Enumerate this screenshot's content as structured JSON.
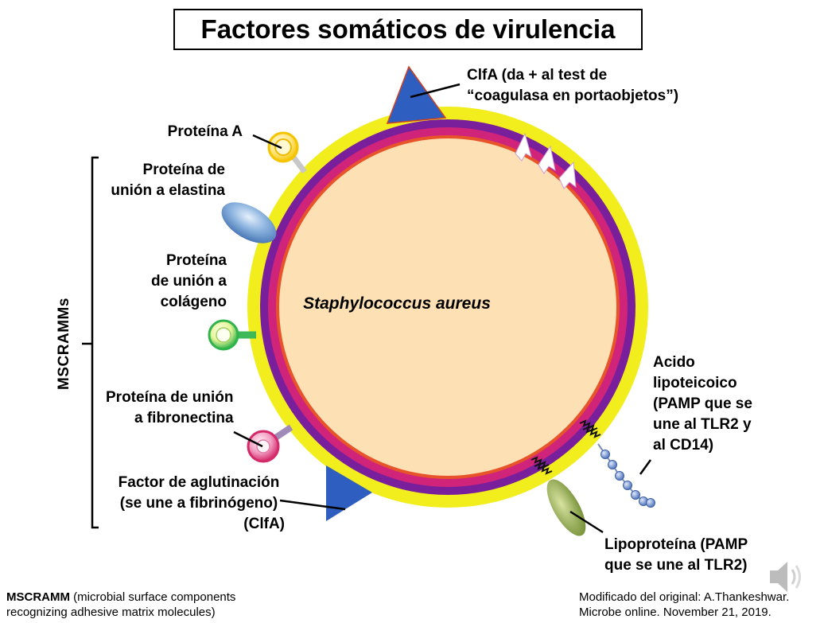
{
  "title": "Factores somáticos de virulencia",
  "organism": "Staphylococcus aureus",
  "group_label": "MSCRAMMs",
  "labels": {
    "clfa_top": [
      "ClfA (da + al test de",
      "“coagulasa en portaobjetos”)"
    ],
    "proteina_a": [
      "Proteína A"
    ],
    "elastina": [
      "Proteína de",
      "unión a elastina"
    ],
    "colageno": [
      "Proteína",
      "de unión a",
      "colágeno"
    ],
    "fibronectina": [
      "Proteína de unión",
      "a fibronectina"
    ],
    "aglutinacion": [
      "Factor de aglutinación",
      "(se une a fibrinógeno)",
      "(ClfA)"
    ],
    "acido": [
      "Acido",
      "lipoteicoico",
      "(PAMP que se",
      "une al TLR2 y",
      "al CD14)"
    ],
    "lipoproteina": [
      "Lipoproteína (PAMP",
      "que se une al TLR2)"
    ]
  },
  "footer": {
    "left_bold": "MSCRAMM",
    "left_rest": " (microbial surface components",
    "left_line2": "recognizing adhesive matrix molecules)",
    "right_line1": "Modificado del original: A.Thankeshwar.",
    "right_line2": "Microbe online. November 21, 2019."
  },
  "colors": {
    "capsule": "#f2ee1e",
    "wall": "#7a1f9c",
    "membrane": "#d0247a",
    "cytoplasm": "#fde0b4",
    "triangle": "#2e5fc0",
    "ring_a": "#f5c400",
    "ring_colageno": "#2fb34a",
    "ring_fibronectina": "#e0336e",
    "elastina_blob": "#5b8fc9",
    "lipoprotein": "#8aa24a",
    "lta_beads": "#6f8fd0"
  },
  "icons": [
    "speaker-icon"
  ]
}
